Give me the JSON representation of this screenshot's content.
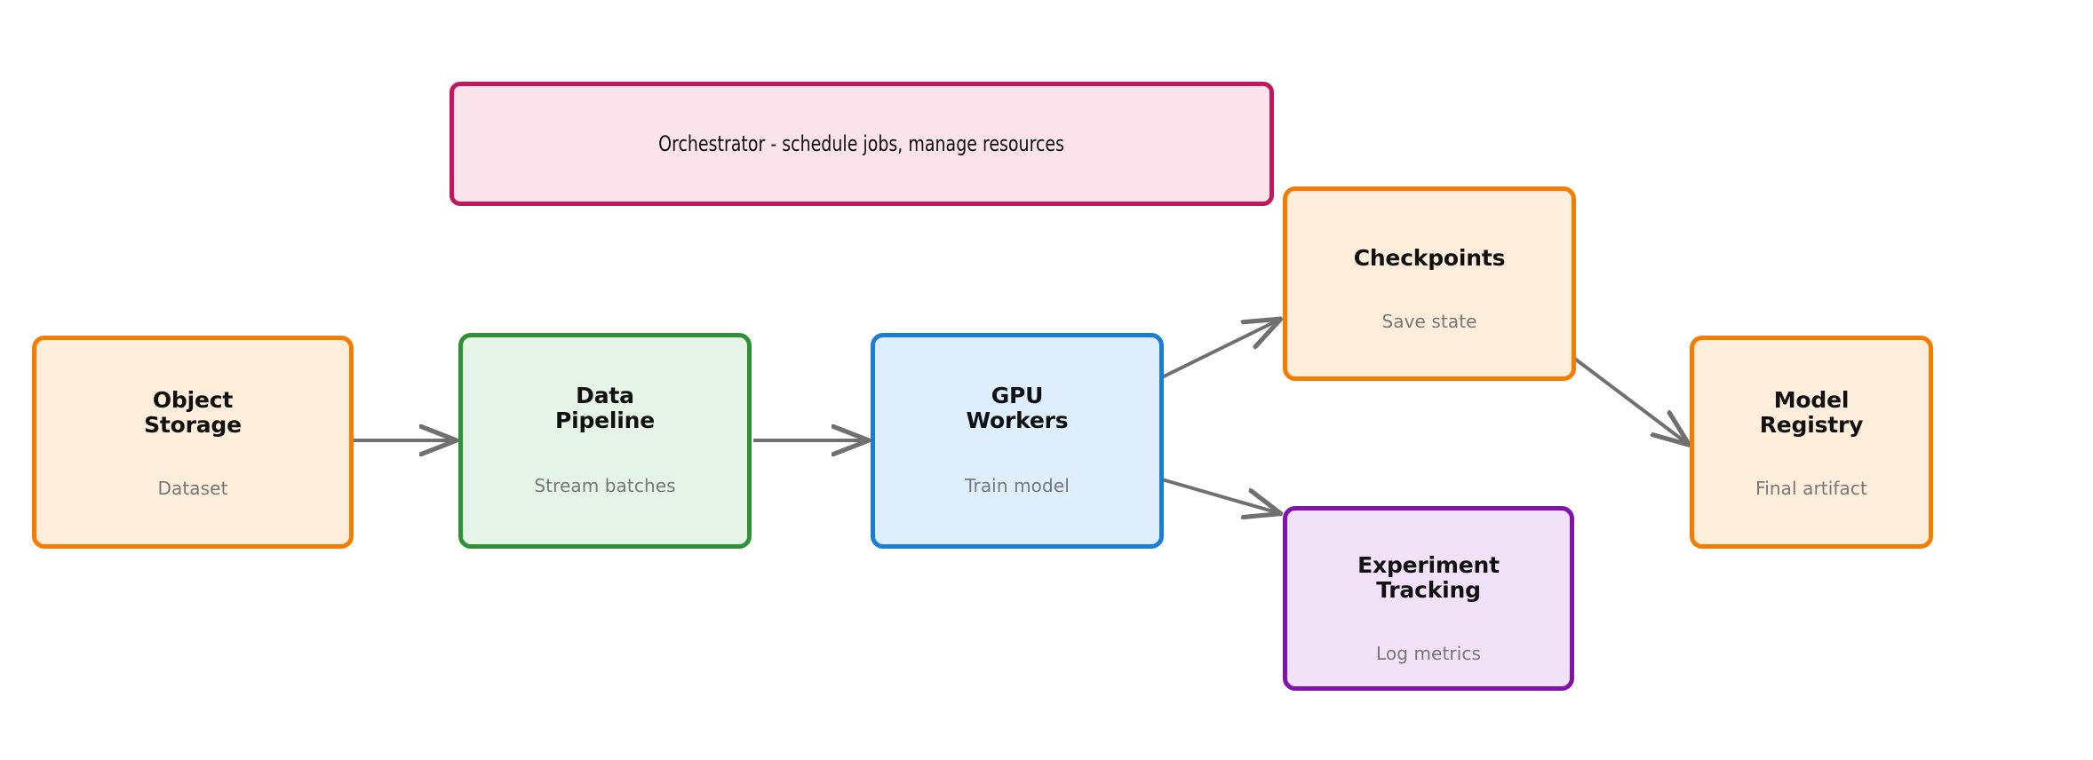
{
  "diagram": {
    "type": "flowchart",
    "background": "#ffffff",
    "banner": {
      "id": "orchestrator",
      "text": "Orchestrator - schedule jobs, manage resources",
      "border_color": "#c2185b",
      "fill_color": "#fbe3ec"
    },
    "nodes": [
      {
        "id": "object-storage",
        "title": "Object\nStorage",
        "subtitle": "Dataset",
        "border_color": "#f57c00",
        "fill_color": "#fdeedc"
      },
      {
        "id": "data-pipeline",
        "title": "Data\nPipeline",
        "subtitle": "Stream batches",
        "border_color": "#2e9135",
        "fill_color": "#e6f4e7"
      },
      {
        "id": "gpu-workers",
        "title": "GPU\nWorkers",
        "subtitle": "Train model",
        "border_color": "#1a7fd4",
        "fill_color": "#deeefc"
      },
      {
        "id": "checkpoints",
        "title": "Checkpoints",
        "subtitle": "Save state",
        "border_color": "#f57c00",
        "fill_color": "#fdeedc"
      },
      {
        "id": "experiment-tracking",
        "title": "Experiment\nTracking",
        "subtitle": "Log metrics",
        "border_color": "#8311ad",
        "fill_color": "#f1e2f7"
      },
      {
        "id": "model-registry",
        "title": "Model\nRegistry",
        "subtitle": "Final artifact",
        "border_color": "#f57c00",
        "fill_color": "#fdeedc"
      }
    ],
    "edges": [
      {
        "from": "object-storage",
        "to": "data-pipeline",
        "label": "",
        "color": "#707070"
      },
      {
        "from": "data-pipeline",
        "to": "gpu-workers",
        "label": "",
        "color": "#707070"
      },
      {
        "from": "gpu-workers",
        "to": "checkpoints",
        "label": "",
        "color": "#707070"
      },
      {
        "from": "gpu-workers",
        "to": "experiment-tracking",
        "label": "",
        "color": "#707070"
      },
      {
        "from": "checkpoints",
        "to": "model-registry",
        "label": "",
        "color": "#707070"
      }
    ]
  }
}
